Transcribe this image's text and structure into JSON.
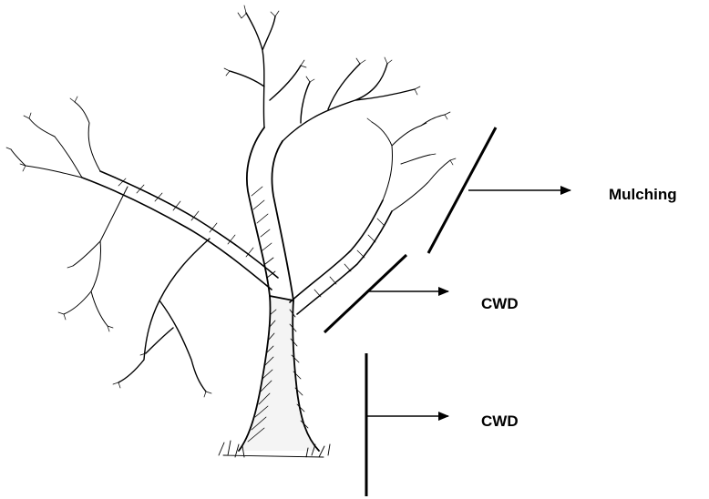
{
  "labels": {
    "mulching": "Mulching",
    "cwd_upper": "CWD",
    "cwd_lower": "CWD"
  },
  "colors": {
    "ink": "#000000",
    "background": "#ffffff"
  },
  "illustration": {
    "subject": "tree-drawing"
  }
}
